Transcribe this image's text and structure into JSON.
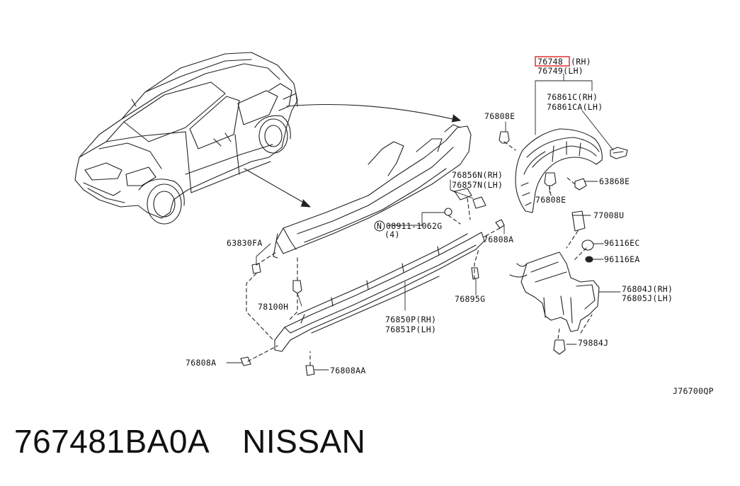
{
  "callouts": {
    "p76748": "76748",
    "rh": "(RH)",
    "p76749": "76749(LH)",
    "p76861c": "76861C(RH)",
    "p76861ca": "76861CA(LH)",
    "p76808e_top": "76808E",
    "p76808e_bot": "76808E",
    "p63868e": "63868E",
    "p76856n": "76856N(RH)",
    "p76857n": "76857N(LH)",
    "p08911": "08911-1062G",
    "p08911_qty": "(4)",
    "p08911_prefix": "N",
    "p77008u": "77008U",
    "p96116ec": "96116EC",
    "p96116ea": "96116EA",
    "p63830fa": "63830FA",
    "p76808a_right": "76808A",
    "p76808a_left": "76808A",
    "p78100h": "78100H",
    "p76895g": "76895G",
    "p76850p": "76850P(RH)",
    "p76851p": "76851P(LH)",
    "p76804j": "76804J(RH)",
    "p76805j": "76805J(LH)",
    "p79884j": "79884J",
    "p76808aa": "76808AA",
    "diagram_code": "J76700QP"
  },
  "highlight_color": "#e02020",
  "footer": {
    "part_number": "767481BA0A",
    "brand": "NISSAN"
  }
}
